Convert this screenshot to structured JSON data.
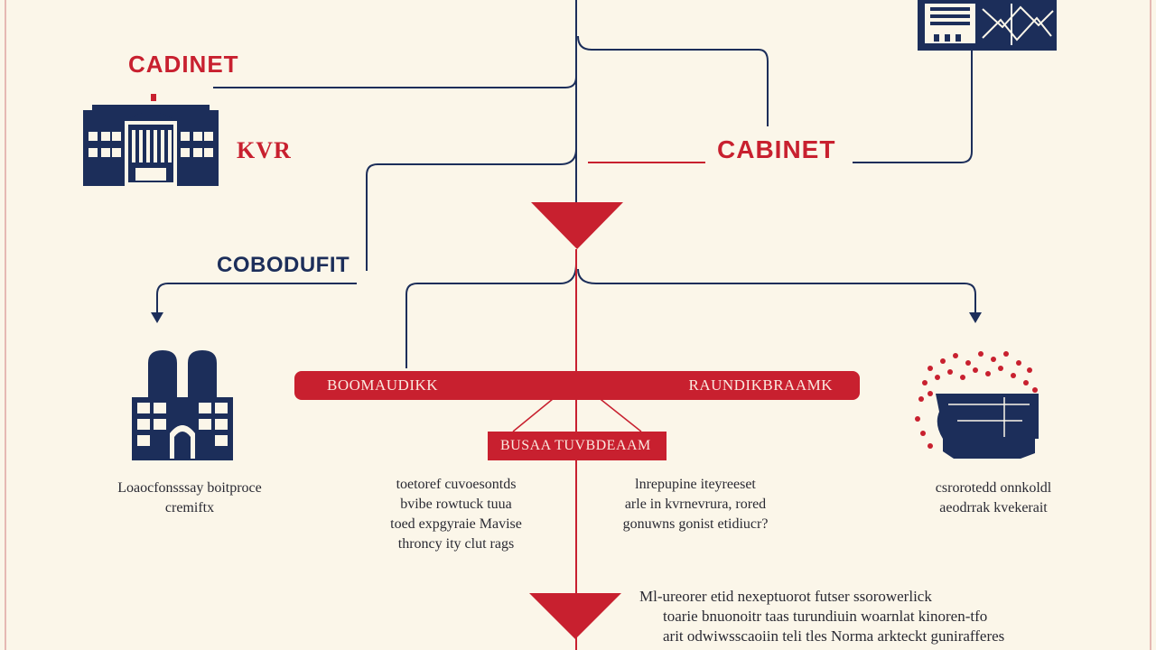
{
  "labels": {
    "cabinet_left": "CADINET",
    "kvr": "KVR",
    "cabinet_right": "CABINET",
    "cobodufit": "COBODUFIT"
  },
  "bars": {
    "main_left": "BOOMAUDIKK",
    "main_right": "RAUNDIKBRAAMK",
    "sub": "BUSAA TUVBDEAAM"
  },
  "captions": {
    "left": [
      "Loaocfonsssay boitproce",
      "cremiftx"
    ],
    "center_left": [
      "toetoref cuvoesontds",
      "bvibe rowtuck tuua",
      "toed expgyraie Mavise",
      "throncy ity clut rags"
    ],
    "center_right": [
      "lnrepupine iteyreeset",
      "arle in kvrnevrura, rored",
      "gonuwns gonist etidiucr?"
    ],
    "right": [
      "csrorotedd onnkoldl",
      "aeodrrak kvekerait"
    ],
    "bottom": [
      "Ml-ureorer etid nexeptuorot futser ssorowerlick",
      "toarie bnuonoitr taas turundiuin woarnlat kinoren-tfo",
      "arit odwiwsscaoiin teli tles Norma arkteckt gunirafferes"
    ]
  },
  "colors": {
    "background": "#fbf6e9",
    "navy": "#1c2e5a",
    "red": "#c8202f"
  },
  "icons": {
    "top_right": "building-grid-icon",
    "government": "government-building-icon",
    "towers": "twin-tower-building-icon",
    "crowd": "crowd-map-icon"
  }
}
